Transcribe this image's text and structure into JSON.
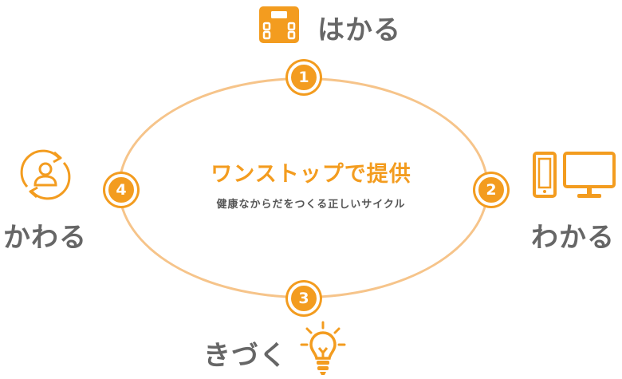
{
  "center": {
    "title": "ワンストップで提供",
    "subtitle": "健康なからだをつくる正しいサイクル"
  },
  "steps": [
    {
      "number": "1",
      "label": "はかる",
      "icon": "scale-icon"
    },
    {
      "number": "2",
      "label": "わかる",
      "icon": "devices-icon"
    },
    {
      "number": "3",
      "label": "きづく",
      "icon": "lightbulb-icon"
    },
    {
      "number": "4",
      "label": "かわる",
      "icon": "user-cycle-icon"
    }
  ],
  "colors": {
    "accent": "#f39c1f",
    "ring": "#f6c48a",
    "text": "#666666"
  }
}
